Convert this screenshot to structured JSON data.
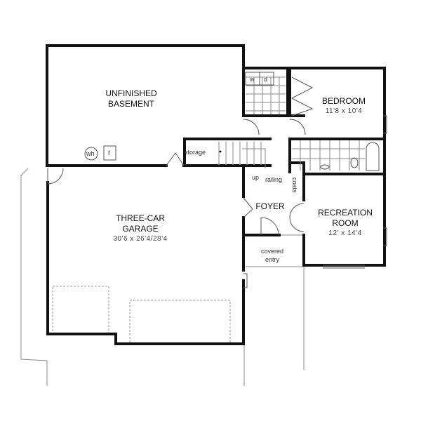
{
  "rooms": {
    "basement": {
      "name_line1": "UNFINISHED",
      "name_line2": "BASEMENT"
    },
    "bedroom": {
      "name": "BEDROOM",
      "dimensions": "11'8 x 10'4"
    },
    "garage": {
      "name_line1": "THREE-CAR",
      "name_line2": "GARAGE",
      "dimensions": "30'6 x 26'4/28'4"
    },
    "foyer": {
      "name": "FOYER"
    },
    "recreation": {
      "name_line1": "RECREATION",
      "name_line2": "ROOM",
      "dimensions": "12' x 14'4"
    },
    "covered_entry": {
      "line1": "covered",
      "line2": "entry"
    }
  },
  "labels": {
    "washer": "w",
    "dryer": "d",
    "water_heater": "wh",
    "furnace": "f",
    "storage": "storage",
    "up": "up",
    "railing": "railing",
    "coats": "coats"
  }
}
